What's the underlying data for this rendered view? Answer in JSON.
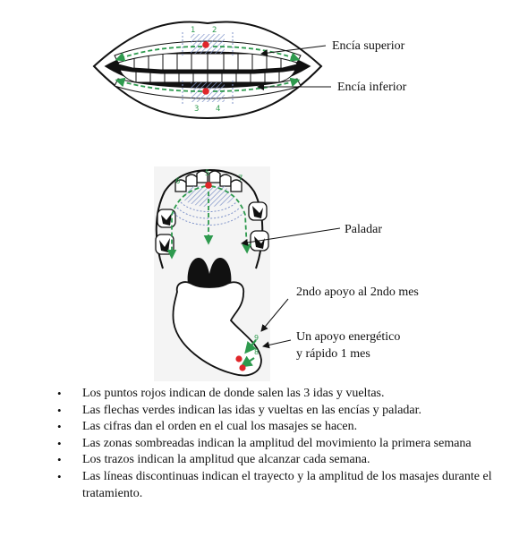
{
  "labels": {
    "upper_gum": "Encía superior",
    "lower_gum": "Encía inferior",
    "palate": "Paladar",
    "second_support": "2ndo apoyo al 2ndo mes",
    "energetic_support_line1": "Un apoyo energético",
    "energetic_support_line2": "y rápido 1 mes"
  },
  "order_numbers": {
    "mouth_top": [
      "1",
      "2"
    ],
    "mouth_bottom": [
      "3",
      "4"
    ],
    "palate": [
      "6",
      "5",
      "7"
    ],
    "tongue": [
      "9",
      "8"
    ]
  },
  "notes": [
    "Los puntos rojos indican de donde salen las 3 idas y vueltas.",
    "Las flechas verdes indican las idas y vueltas en las encías y paladar.",
    "Las cifras dan el orden en el cual los masajes se hacen.",
    "Las zonas sombreadas indican la amplitud del movimiento la primera semana",
    "Los trazos indican la amplitud que alcanzar cada semana.",
    "Las líneas discontinuas indican el trayecto  y la amplitud de los masajes durante el tratamiento."
  ],
  "colors": {
    "ink": "#111111",
    "arrow_green": "#2e9a4e",
    "dot_red": "#e0262a",
    "shade_blue": "#7f93c9"
  }
}
